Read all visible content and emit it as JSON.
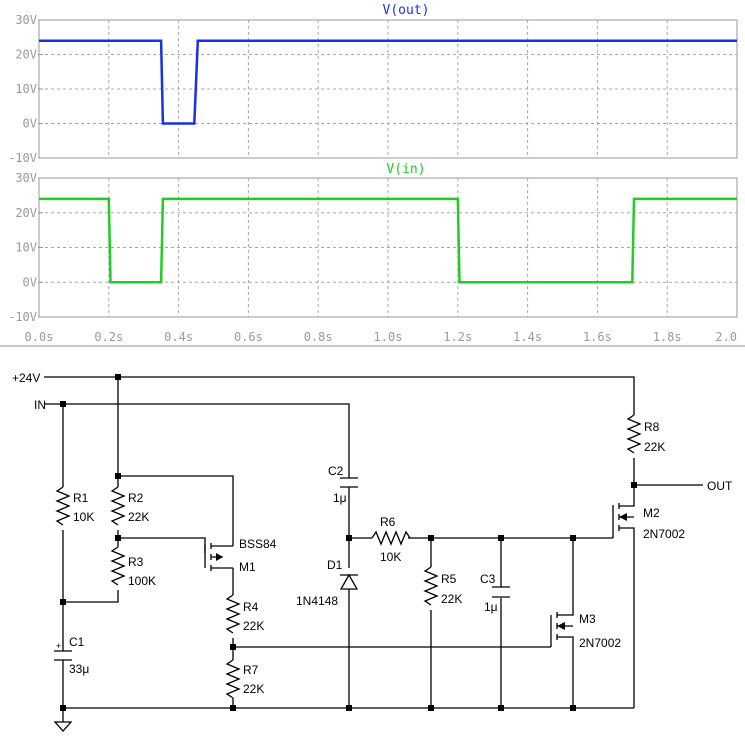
{
  "chart_data": [
    {
      "type": "line",
      "title": "V(out)",
      "color": "#1a30e6",
      "xlim": [
        0,
        2.0
      ],
      "ylim": [
        -10,
        30
      ],
      "x_ticks": [
        "0.0s",
        "0.2s",
        "0.4s",
        "0.6s",
        "0.8s",
        "1.0s",
        "1.2s",
        "1.4s",
        "1.6s",
        "1.8s",
        "2.0"
      ],
      "y_ticks": [
        "30V",
        "20V",
        "10V",
        "0V",
        "-10V"
      ],
      "series": [
        {
          "x": [
            0,
            0.35,
            0.355,
            0.445,
            0.455,
            2.0
          ],
          "y": [
            24,
            24,
            0,
            0,
            24,
            24
          ]
        }
      ]
    },
    {
      "type": "line",
      "title": "V(in)",
      "color": "#22cc22",
      "xlim": [
        0,
        2.0
      ],
      "ylim": [
        -10,
        30
      ],
      "x_ticks": [
        "0.0s",
        "0.2s",
        "0.4s",
        "0.6s",
        "0.8s",
        "1.0s",
        "1.2s",
        "1.4s",
        "1.6s",
        "1.8s",
        "2.0"
      ],
      "y_ticks": [
        "30V",
        "20V",
        "10V",
        "0V",
        "-10V"
      ],
      "series": [
        {
          "x": [
            0,
            0.2,
            0.205,
            0.35,
            0.355,
            1.2,
            1.205,
            1.7,
            1.705,
            2.0
          ],
          "y": [
            24,
            24,
            0,
            0,
            24,
            24,
            0,
            0,
            24,
            24
          ]
        }
      ]
    }
  ],
  "schematic": {
    "net_24v": "+24V",
    "net_in": "IN",
    "net_out": "OUT",
    "r1": {
      "ref": "R1",
      "value": "10K"
    },
    "r2": {
      "ref": "R2",
      "value": "22K"
    },
    "r3": {
      "ref": "R3",
      "value": "100K"
    },
    "r4": {
      "ref": "R4",
      "value": "22K"
    },
    "r5": {
      "ref": "R5",
      "value": "22K"
    },
    "r6": {
      "ref": "R6",
      "value": "10K"
    },
    "r7": {
      "ref": "R7",
      "value": "22K"
    },
    "r8": {
      "ref": "R8",
      "value": "22K"
    },
    "c1": {
      "ref": "C1",
      "value": "33μ",
      "plus": "+"
    },
    "c2": {
      "ref": "C2",
      "value": "1μ"
    },
    "c3": {
      "ref": "C3",
      "value": "1μ"
    },
    "d1": {
      "ref": "D1",
      "value": "1N4148"
    },
    "m1": {
      "ref": "M1",
      "value": "BSS84"
    },
    "m2": {
      "ref": "M2",
      "value": "2N7002"
    },
    "m3": {
      "ref": "M3",
      "value": "2N7002"
    }
  }
}
